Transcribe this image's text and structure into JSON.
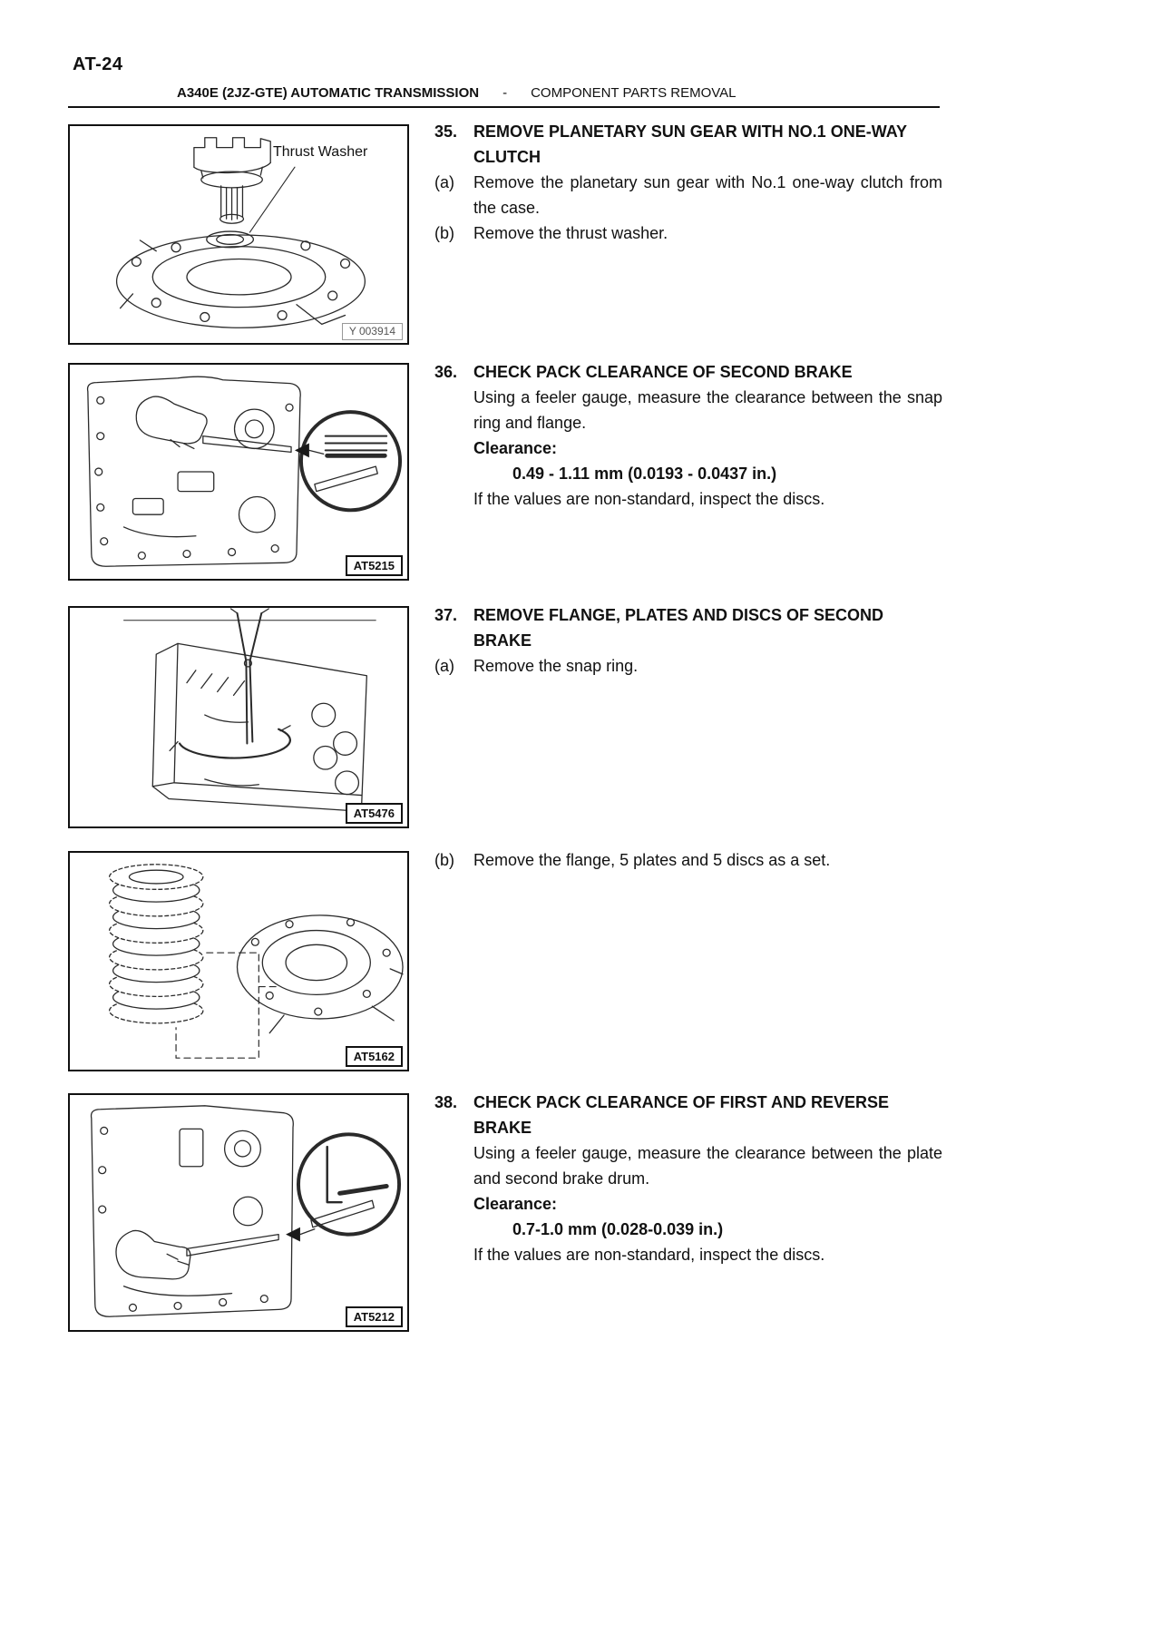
{
  "page": {
    "number": "AT-24",
    "header": {
      "model": "A340E (2JZ-GTE)  AUTOMATIC TRANSMISSION",
      "separator": "-",
      "section": "COMPONENT PARTS REMOVAL"
    }
  },
  "figures": [
    {
      "code": "Y  003914",
      "callout": "Thrust Washer"
    },
    {
      "code": "AT5215"
    },
    {
      "code": "AT5476"
    },
    {
      "code": "AT5162"
    },
    {
      "code": "AT5212"
    }
  ],
  "steps": {
    "s35": {
      "num": "35.",
      "title": "REMOVE PLANETARY SUN GEAR WITH NO.1 ONE-WAY CLUTCH",
      "items": [
        {
          "label": "(a)",
          "text": "Remove the planetary sun gear with No.1 one-way clutch from the case."
        },
        {
          "label": "(b)",
          "text": "Remove the thrust washer."
        }
      ]
    },
    "s36": {
      "num": "36.",
      "title": "CHECK PACK CLEARANCE OF SECOND BRAKE",
      "body": "Using a feeler gauge, measure the clearance between the snap ring and flange.",
      "clearance_label": "Clearance:",
      "clearance_value": "0.49 - 1.11 mm (0.0193 - 0.0437 in.)",
      "note": "If the values are non-standard, inspect the discs."
    },
    "s37": {
      "num": "37.",
      "title": "REMOVE FLANGE, PLATES AND DISCS OF SECOND BRAKE",
      "items": [
        {
          "label": "(a)",
          "text": "Remove the snap ring."
        },
        {
          "label": "(b)",
          "text": "Remove the flange, 5 plates and 5 discs as a set."
        }
      ]
    },
    "s38": {
      "num": "38.",
      "title": "CHECK PACK CLEARANCE OF FIRST AND REVERSE BRAKE",
      "body": "Using a feeler gauge, measure the clearance between the plate and second brake drum.",
      "clearance_label": "Clearance:",
      "clearance_value": "0.7-1.0  mm (0.028-0.039 in.)",
      "note": "If the values are non-standard, inspect the discs."
    }
  }
}
